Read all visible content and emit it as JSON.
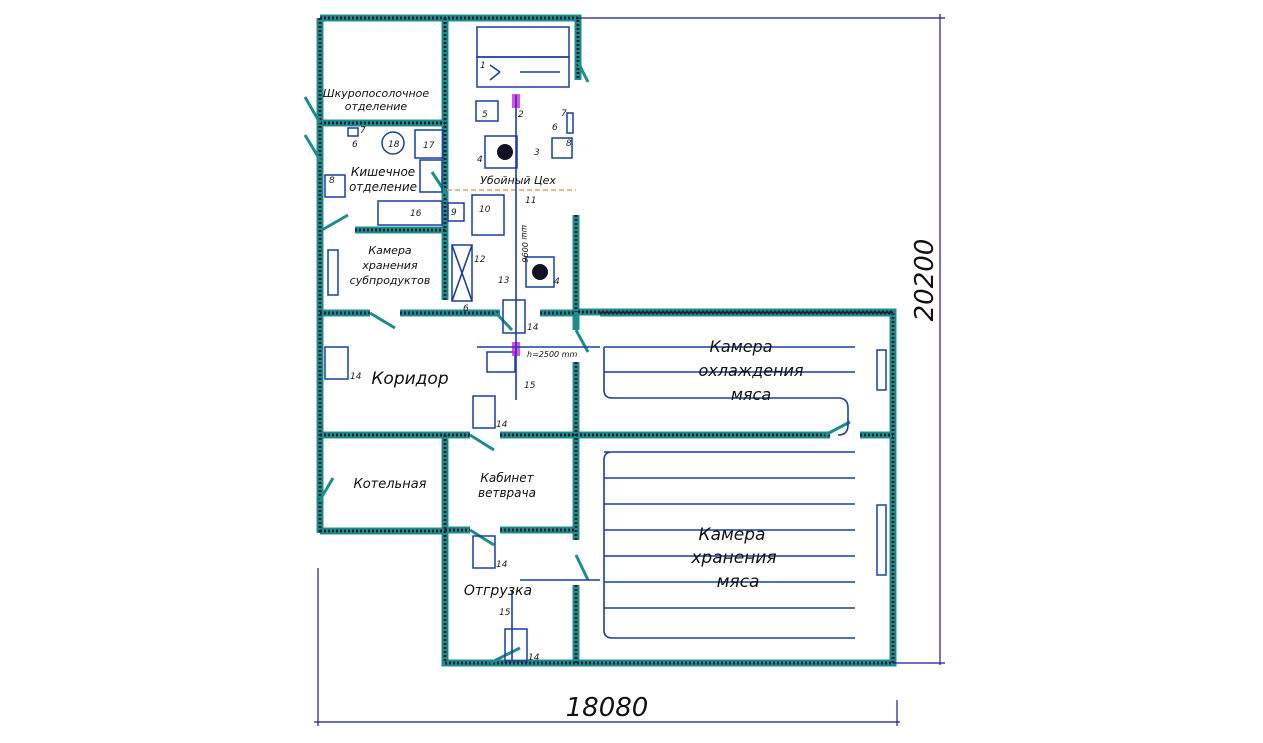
{
  "rooms": {
    "skin": [
      "Шкуропосолочное",
      "отделение"
    ],
    "gut": [
      "Кишечное",
      "отделение"
    ],
    "offal": [
      "Камера",
      "хранения",
      "субпродуктов"
    ],
    "slaughter": "Убойный Цех",
    "corridor": "Коридор",
    "boiler": "Котельная",
    "vet": [
      "Кабинет",
      "ветврача"
    ],
    "shipping": "Отгрузка",
    "cooling": [
      "Камера",
      "охлаждения",
      "мяса"
    ],
    "storage": [
      "Камера",
      "хранения",
      "мяса"
    ]
  },
  "annotations": {
    "rail_length": "шш 0096",
    "height": "h=2500 mm"
  },
  "dimensions": {
    "width": "18080",
    "height": "20200"
  },
  "equipment_numbers": [
    "1",
    "2",
    "3",
    "4",
    "4",
    "5",
    "6",
    "6",
    "6",
    "7",
    "7",
    "8",
    "8",
    "9",
    "10",
    "11",
    "12",
    "13",
    "14",
    "14",
    "14",
    "14",
    "14",
    "15",
    "15",
    "16",
    "17",
    "18"
  ],
  "colors": {
    "wall": "#1f8c8c",
    "equipment": "#1a3fa0",
    "hoist": "#e020e0",
    "boundary": "#e0a060"
  }
}
